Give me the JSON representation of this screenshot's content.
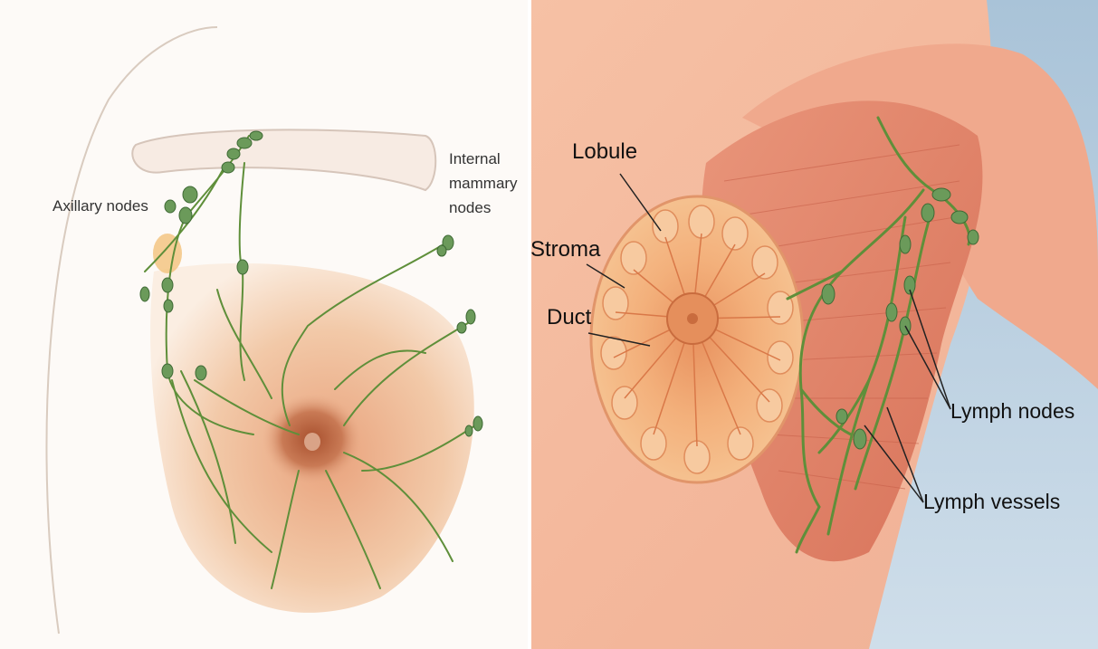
{
  "left_panel": {
    "labels": {
      "axillary": "Axillary nodes",
      "internal_line1": "Internal",
      "internal_line2": "mammary",
      "internal_line3": "nodes"
    }
  },
  "right_panel": {
    "labels": {
      "lobule": "Lobule",
      "stroma": "Stroma",
      "duct": "Duct",
      "lymph_nodes": "Lymph nodes",
      "lymph_vessels": "Lymph vessels"
    }
  },
  "colors": {
    "lymph_green": "#5f8f3a",
    "node_green": "#6b9a5a",
    "skin_light": "#f6e2cf",
    "muscle": "#e38a6e",
    "gland": "#f3b07b",
    "background_blue": "#b9cfe0"
  }
}
